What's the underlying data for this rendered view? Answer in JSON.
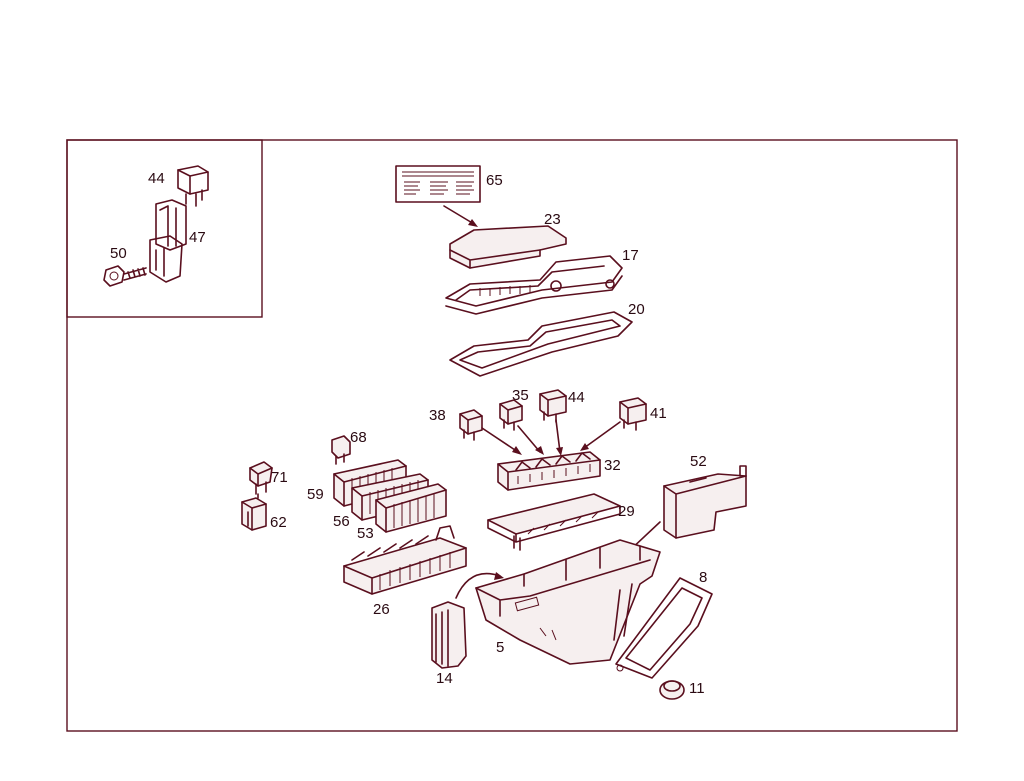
{
  "colors": {
    "line": "#5a0f1e",
    "text": "#2a0a12",
    "background": "#ffffff"
  },
  "inset": {
    "labels": {
      "relay": "44",
      "holder": "47",
      "screw": "50"
    }
  },
  "main": {
    "labels": {
      "label_sheet": "65",
      "cover": "23",
      "upper_frame": "17",
      "gasket_top": "20",
      "relay_35": "35",
      "relay_44": "44",
      "relay_38": "38",
      "relay_41": "41",
      "relay_carrier": "32",
      "relay_71": "71",
      "fuse_68": "68",
      "fuse_strip_59": "59",
      "fuse_strip_56": "56",
      "fuse_strip_53": "53",
      "relay_62": "62",
      "rail_29": "29",
      "cover_52": "52",
      "fuse_carrier_26": "26",
      "housing_5": "5",
      "gasket_8": "8",
      "grommet_11": "11",
      "boot_14": "14"
    }
  }
}
